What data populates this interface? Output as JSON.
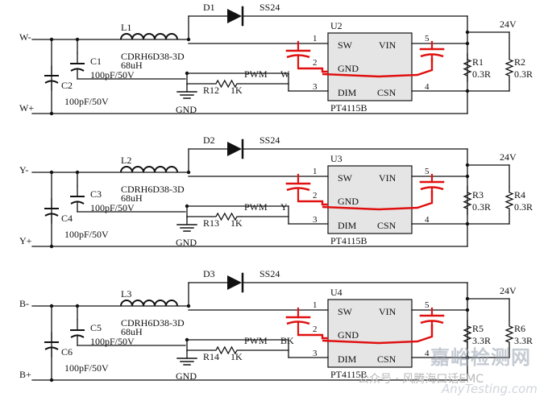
{
  "watermark": {
    "brand": "嘉峪检测网",
    "site": "AnyTesting.com",
    "account": "公众号 · 风腾海口话EMC"
  },
  "colors": {
    "wire": "#111111",
    "component": "#111111",
    "highlight_red": "#e01010",
    "ic_fill": "#e5e5e5",
    "watermark_text": "#b8b8b8"
  },
  "channels": [
    {
      "id": "W",
      "neg_label": "W-",
      "pos_label": "W+",
      "cap_top": {
        "ref": "C1",
        "value": "100pF/50V"
      },
      "cap_bottom": {
        "ref": "C2",
        "value": "100pF/50V"
      },
      "inductor": {
        "ref": "L1",
        "part": "CDRH6D38-3D",
        "value": "68uH"
      },
      "diode": {
        "ref": "D1",
        "part": "SS24"
      },
      "ic": {
        "ref": "U2",
        "part": "PT4115B",
        "pins": {
          "sw": "SW",
          "gnd": "GND",
          "dim": "DIM",
          "vin": "VIN",
          "csn": "CSN"
        },
        "pin_numbers": {
          "sw": "1",
          "gnd": "2",
          "dim": "3",
          "csn": "4",
          "vin": "5"
        }
      },
      "resistor_dim": {
        "ref": "R12",
        "value": "1K"
      },
      "pwm_label": "PWM",
      "pwm_channel": "W",
      "gnd_label": "GND",
      "supply_label": "24V",
      "sense_a": {
        "ref": "R1",
        "value": "0.3R"
      },
      "sense_b": {
        "ref": "R2",
        "value": "0.3R"
      }
    },
    {
      "id": "Y",
      "neg_label": "Y-",
      "pos_label": "Y+",
      "cap_top": {
        "ref": "C3",
        "value": "100pF/50V"
      },
      "cap_bottom": {
        "ref": "C4",
        "value": "100pF/50V"
      },
      "inductor": {
        "ref": "L2",
        "part": "CDRH6D38-3D",
        "value": "68uH"
      },
      "diode": {
        "ref": "D2",
        "part": "SS24"
      },
      "ic": {
        "ref": "U3",
        "part": "PT4115B",
        "pins": {
          "sw": "SW",
          "gnd": "GND",
          "dim": "DIM",
          "vin": "VIN",
          "csn": "CSN"
        },
        "pin_numbers": {
          "sw": "1",
          "gnd": "2",
          "dim": "3",
          "csn": "4",
          "vin": "5"
        }
      },
      "resistor_dim": {
        "ref": "R13",
        "value": "1K"
      },
      "pwm_label": "PWM",
      "pwm_channel": "Y",
      "gnd_label": "GND",
      "supply_label": "24V",
      "sense_a": {
        "ref": "R3",
        "value": "0.3R"
      },
      "sense_b": {
        "ref": "R4",
        "value": "0.3R"
      }
    },
    {
      "id": "B",
      "neg_label": "B-",
      "pos_label": "B+",
      "cap_top": {
        "ref": "C5",
        "value": "100pF/50V"
      },
      "cap_bottom": {
        "ref": "C6",
        "value": "100pF/50V"
      },
      "inductor": {
        "ref": "L3",
        "part": "CDRH6D38-3D",
        "value": "68uH"
      },
      "diode": {
        "ref": "D3",
        "part": "SS24"
      },
      "ic": {
        "ref": "U4",
        "part": "PT4115B",
        "pins": {
          "sw": "SW",
          "gnd": "GND",
          "dim": "DIM",
          "vin": "VIN",
          "csn": "CSN"
        },
        "pin_numbers": {
          "sw": "1",
          "gnd": "2",
          "dim": "3",
          "csn": "4",
          "vin": "5"
        }
      },
      "resistor_dim": {
        "ref": "R14",
        "value": "1K"
      },
      "pwm_label": "PWM",
      "pwm_channel": "BK",
      "gnd_label": "GND",
      "supply_label": "24V",
      "sense_a": {
        "ref": "R5",
        "value": "3.3R"
      },
      "sense_b": {
        "ref": "R6",
        "value": "3.3R"
      }
    }
  ]
}
